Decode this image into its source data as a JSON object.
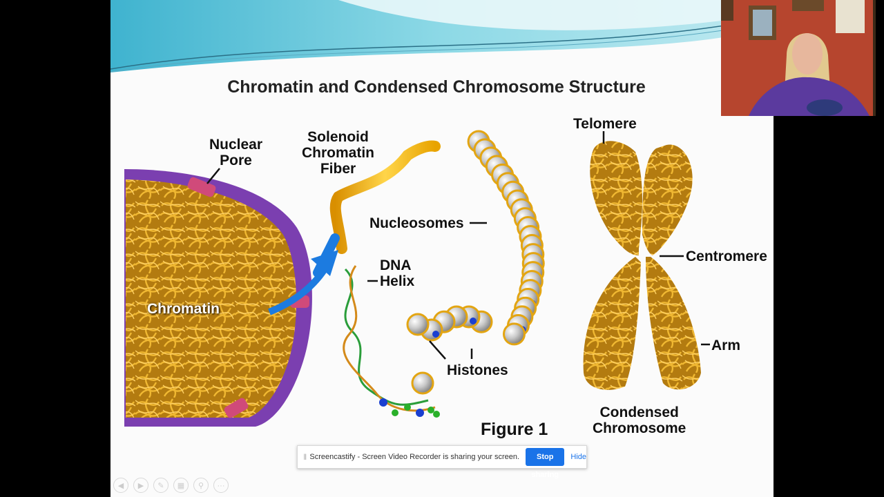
{
  "slide": {
    "title": "Chromatin and Condensed Chromosome Structure",
    "labels": {
      "nuclear_pore": "Nuclear\nPore",
      "solenoid": "Solenoid\nChromatin\nFiber",
      "nucleosomes": "Nucleosomes",
      "dna_helix": "DNA\nHelix",
      "chromatin": "Chromatin",
      "histones": "Histones",
      "figure": "Figure 1",
      "telomere": "Telomere",
      "centromere": "Centromere",
      "arm": "Arm",
      "condensed": "Condensed\nChromosome"
    }
  },
  "share_bar": {
    "message": "Screencastify - Screen Video Recorder is sharing your screen.",
    "stop_label": "Stop sharing",
    "hide_label": "Hide"
  },
  "controls": [
    {
      "icon": "previous-icon",
      "glyph": "◀"
    },
    {
      "icon": "next-icon",
      "glyph": "▶"
    },
    {
      "icon": "pen-icon",
      "glyph": "✎"
    },
    {
      "icon": "slides-icon",
      "glyph": "▦"
    },
    {
      "icon": "zoom-icon",
      "glyph": "⚲"
    },
    {
      "icon": "more-icon",
      "glyph": "···"
    }
  ],
  "colors": {
    "stop_button": "#1a73e8",
    "chromatin": "#e0a21c",
    "nucleus": "#7b3fb0",
    "banner": "#6cc9dc"
  }
}
